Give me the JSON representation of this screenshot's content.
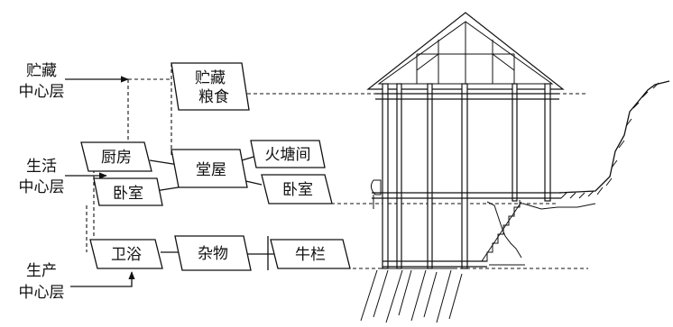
{
  "levels": {
    "storage": [
      "贮藏",
      "中心层"
    ],
    "living": [
      "生活",
      "中心层"
    ],
    "production": [
      "生产",
      "中心层"
    ]
  },
  "rooms": {
    "grain": [
      "贮藏",
      "粮食"
    ],
    "kitchen": "厨房",
    "bedroom_left": "卧室",
    "main_hall": "堂屋",
    "fire_pit_room": "火塘间",
    "bedroom_right": "卧室",
    "bathroom": "卫浴",
    "sundries": "杂物",
    "cattle_pen": "牛栏"
  }
}
